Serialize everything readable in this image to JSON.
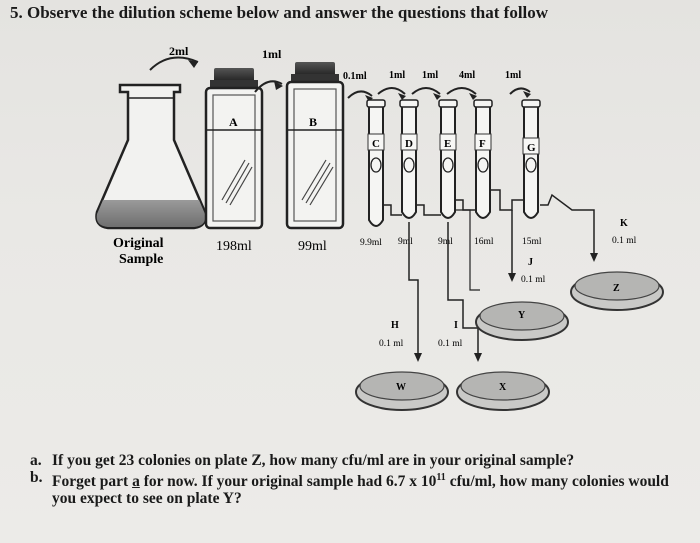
{
  "title": "5. Observe the dilution scheme below and answer the questions that follow",
  "diagram": {
    "transfer_top_1": "2ml",
    "transfer_top_2": "1ml",
    "bottle_a": "A",
    "bottle_b": "B",
    "flask_label_1": "Original",
    "flask_label_2": "Sample",
    "volume_a": "198ml",
    "volume_b": "99ml",
    "tube_transfers": [
      "0.1ml",
      "1ml",
      "1ml",
      "4ml",
      "1ml"
    ],
    "tubes": [
      "C",
      "D",
      "E",
      "F",
      "G"
    ],
    "tube_volumes": [
      "9.9ml",
      "9ml",
      "9ml",
      "16ml",
      "15ml"
    ],
    "k_label": "K",
    "k_vol": "0.1 ml",
    "j_label": "J",
    "j_vol": "0.1 ml",
    "h_label": "H",
    "h_vol": "0.1 ml",
    "i_label": "I",
    "i_vol": "0.1 ml",
    "plates": [
      "W",
      "X",
      "Y",
      "Z"
    ]
  },
  "questions": {
    "a_letter": "a.",
    "a_text": "If you get 23 colonies on plate Z, how many cfu/ml are in your original sample?",
    "b_letter": "b.",
    "b_pre": "Forget part ",
    "b_underline": "a",
    "b_mid": " for now. If your original sample had 6.7 x 10",
    "b_sup": "11",
    "b_post": " cfu/ml, how many colonies would you expect to see on plate Y?"
  }
}
